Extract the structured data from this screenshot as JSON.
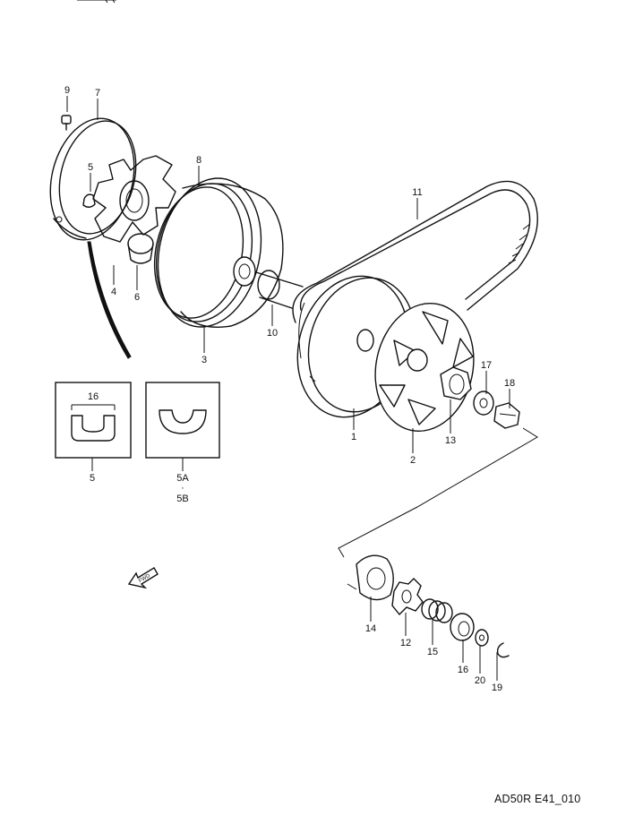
{
  "diagram": {
    "reference_code": "AD50R E41_010",
    "callouts": {
      "p1": "1",
      "p2": "2",
      "p3": "3",
      "p4": "4",
      "p5": "5",
      "p6": "6",
      "p7": "7",
      "p8": "8",
      "p9": "9",
      "p10": "10",
      "p11": "11",
      "p12": "12",
      "p13": "13",
      "p14": "14",
      "p15": "15",
      "p16": "16",
      "p16b": "16",
      "p17": "17",
      "p18": "18",
      "p19": "19",
      "p20": "20"
    },
    "inset_left": {
      "dimension": "16",
      "label": "5"
    },
    "inset_right": {
      "label_a": "5A",
      "label_b": "5B"
    },
    "direction_marker": "FWD"
  }
}
